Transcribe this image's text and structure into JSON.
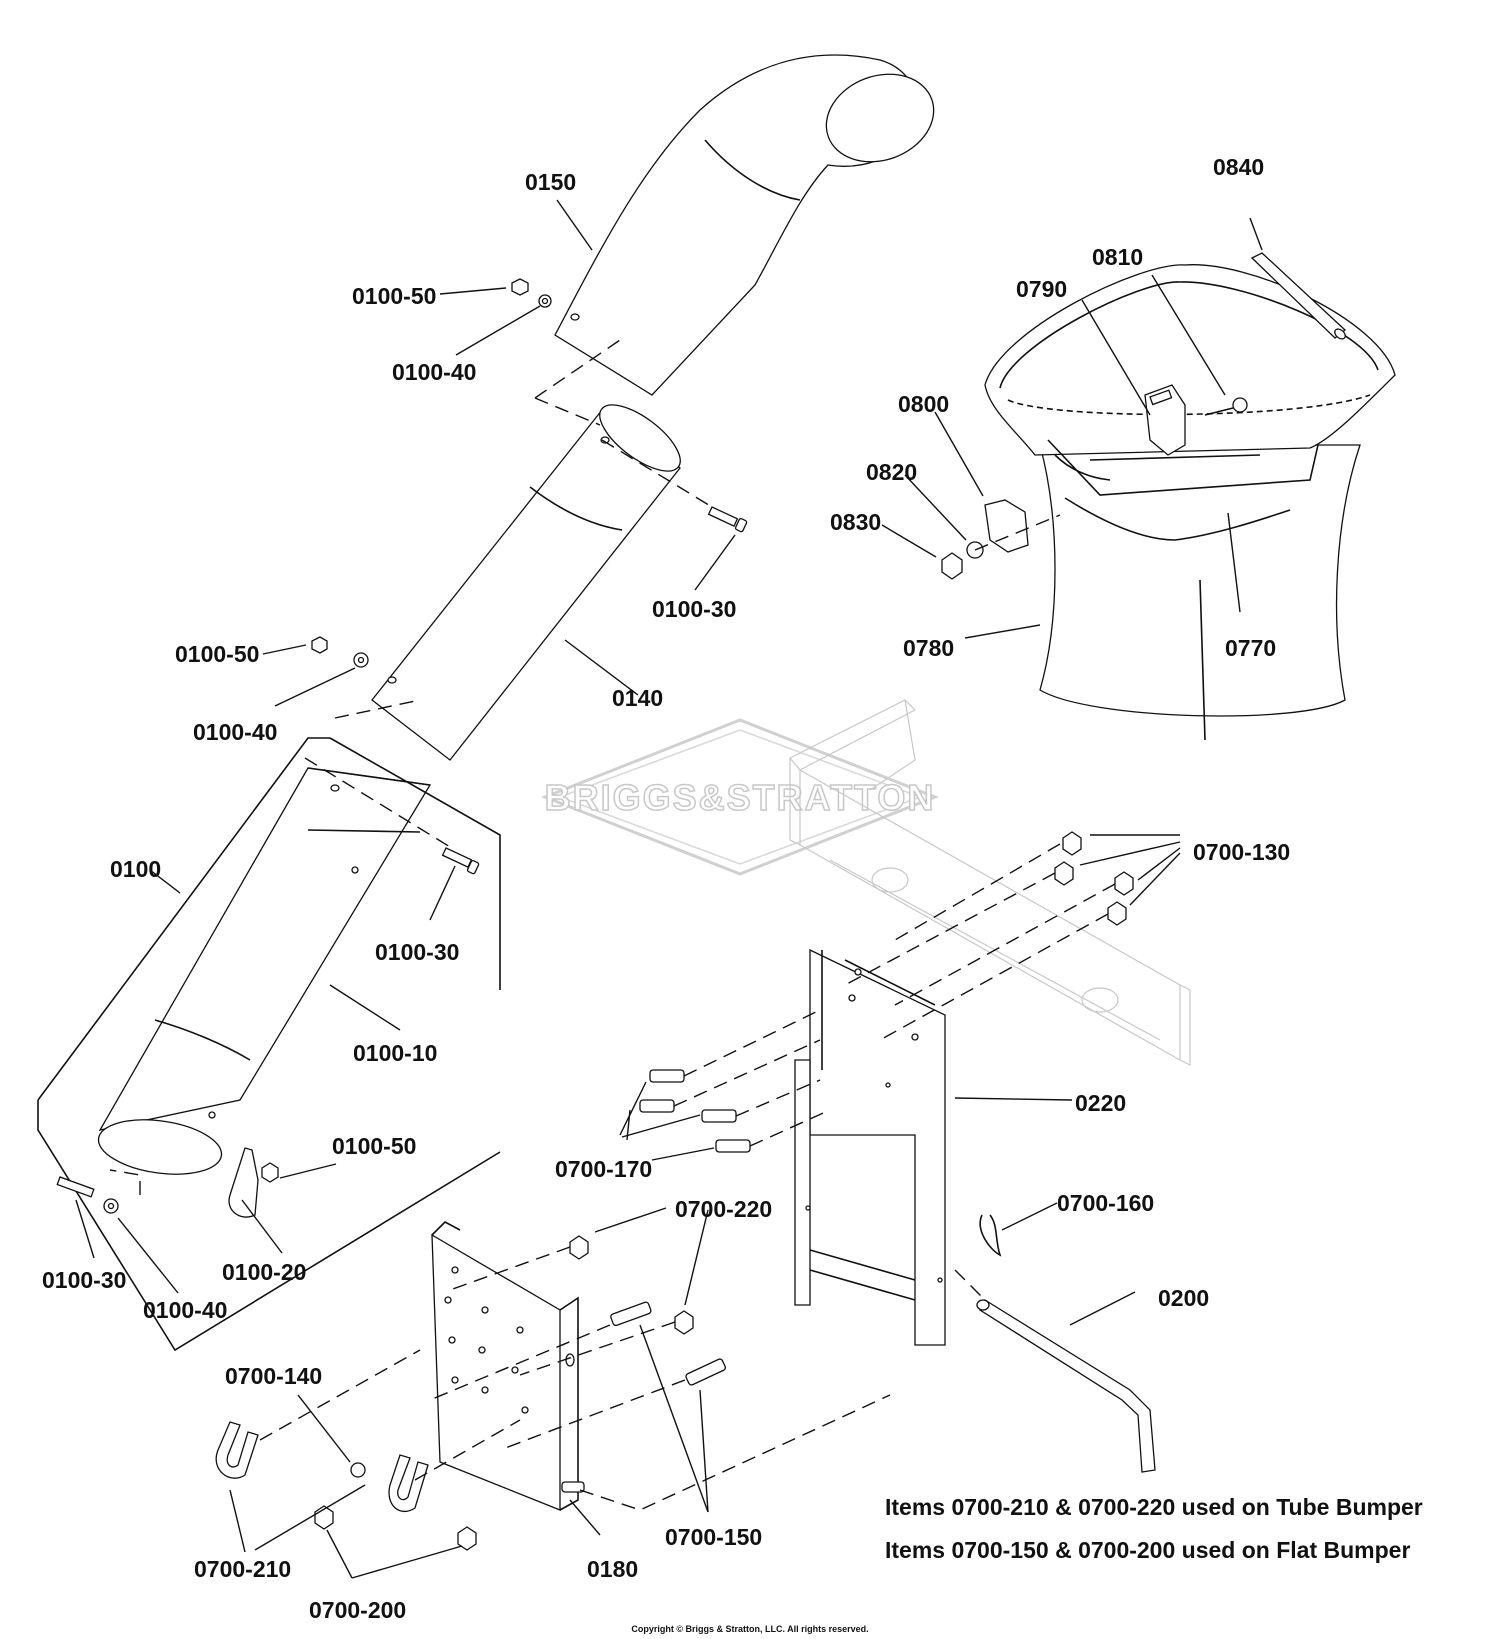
{
  "watermark": {
    "text": "BRIGGS&STRATTON"
  },
  "labels": {
    "p0150": "0150",
    "p0100_50_a": "0100-50",
    "p0100_40_a": "0100-40",
    "p0100_30_a": "0100-30",
    "p0140": "0140",
    "p0100_50_b": "0100-50",
    "p0100_40_b": "0100-40",
    "p0100": "0100",
    "p0100_30_b": "0100-30",
    "p0100_10": "0100-10",
    "p0100_50_c": "0100-50",
    "p0100_20": "0100-20",
    "p0100_30_c": "0100-30",
    "p0100_40_c": "0100-40",
    "p0840": "0840",
    "p0810": "0810",
    "p0790": "0790",
    "p0800": "0800",
    "p0820": "0820",
    "p0830": "0830",
    "p0780": "0780",
    "p0770": "0770",
    "p0700_130": "0700-130",
    "p0220": "0220",
    "p0700_170": "0700-170",
    "p0700_220": "0700-220",
    "p0700_160": "0700-160",
    "p0200": "0200",
    "p0700_140": "0700-140",
    "p0700_150": "0700-150",
    "p0700_210": "0700-210",
    "p0180": "0180",
    "p0700_200": "0700-200"
  },
  "notes": {
    "line1": "Items 0700-210 & 0700-220 used on Tube Bumper",
    "line2": "Items 0700-150 & 0700-200 used on Flat Bumper"
  },
  "footer": {
    "copyright": "Copyright © Briggs & Stratton, LLC. All rights reserved."
  }
}
